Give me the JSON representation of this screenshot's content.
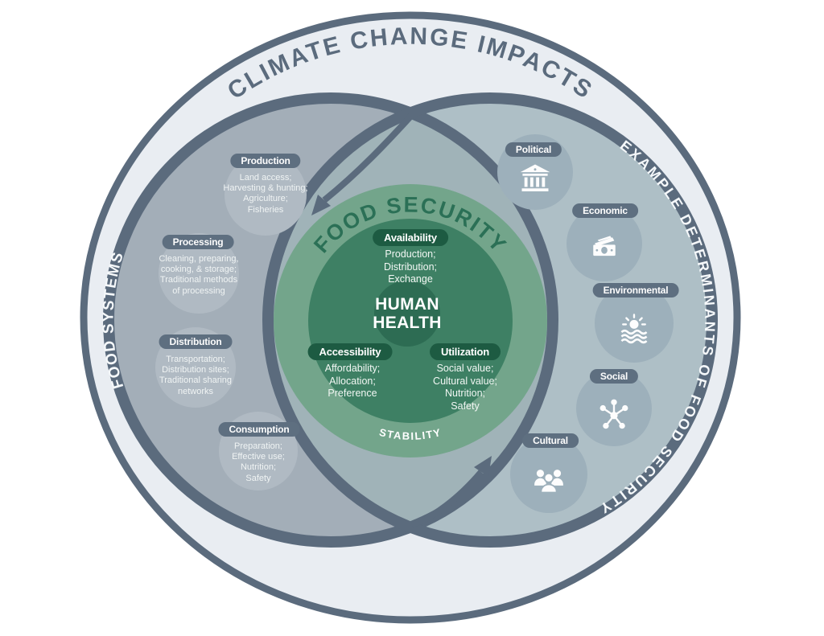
{
  "diagram": {
    "outer_label": "CLIMATE CHANGE IMPACTS",
    "left_circle_label": "FOOD SYSTEMS",
    "right_circle_label": "EXAMPLE DETERMINANTS OF FOOD SECURITY",
    "food_security_label": "FOOD SECURITY",
    "stability_label": "STABILITY",
    "human_health_label": "HUMAN\nHEALTH"
  },
  "food_security_pillars": {
    "availability": {
      "label": "Availability",
      "desc": "Production;\nDistribution;\nExchange"
    },
    "accessibility": {
      "label": "Accessibility",
      "desc": "Affordability;\nAllocation;\nPreference"
    },
    "utilization": {
      "label": "Utilization",
      "desc": "Social value;\nCultural value;\nNutrition;\nSafety"
    }
  },
  "food_systems": [
    {
      "label": "Production",
      "desc": "Land access;\nHarvesting & hunting;\nAgriculture;\nFisheries"
    },
    {
      "label": "Processing",
      "desc": "Cleaning, preparing,\ncooking, & storage;\nTraditional methods\nof processing"
    },
    {
      "label": "Distribution",
      "desc": "Transportation;\nDistribution sites;\nTraditional sharing\nnetworks"
    },
    {
      "label": "Consumption",
      "desc": "Preparation;\nEffective use;\nNutrition;\nSafety"
    }
  ],
  "determinants": [
    {
      "label": "Political",
      "icon": "government-building-icon"
    },
    {
      "label": "Economic",
      "icon": "money-icon"
    },
    {
      "label": "Environmental",
      "icon": "sun-water-icon"
    },
    {
      "label": "Social",
      "icon": "network-icon"
    },
    {
      "label": "Cultural",
      "icon": "people-group-icon"
    }
  ],
  "colors": {
    "slate": "#5b6b7d",
    "outer_band": "#e9edf2",
    "left_circle": "#a3aeb8",
    "right_circle": "#aebfc6",
    "overlap": "#a0b3b8",
    "left_bubble": "#b0bac3",
    "right_bubble": "#9db0bb",
    "green_ring": "#73a58b",
    "green_inner": "#3e8064",
    "human_health_circle": "#2d6c53",
    "green_pill": "#1d5b42",
    "food_security_text": "#2b7056"
  }
}
